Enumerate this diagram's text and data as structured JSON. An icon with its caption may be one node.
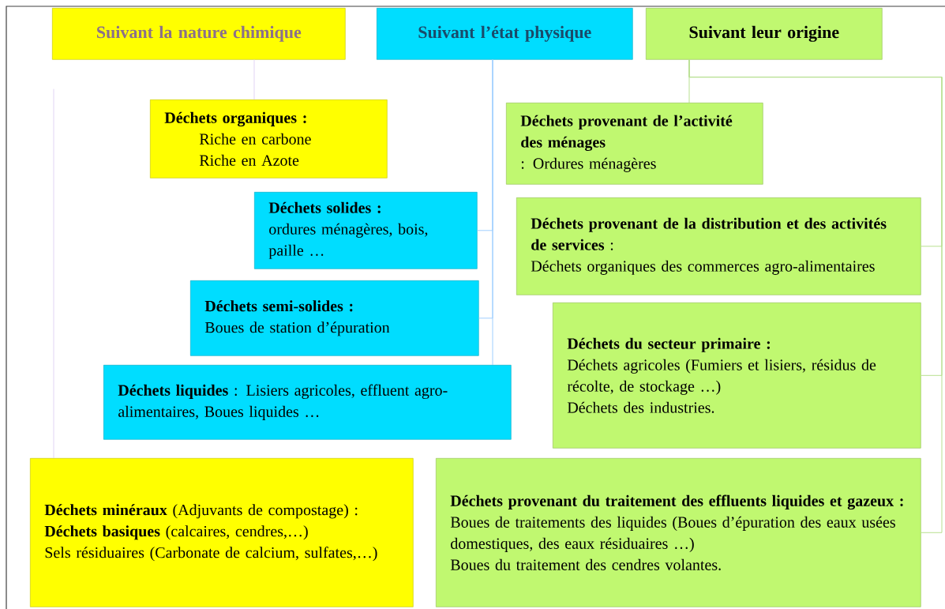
{
  "diagram": {
    "nodes": [
      {
        "text": [
          "Suivant la nature chimique"
        ]
      },
      {
        "text": [
          "Suivant l’état physique"
        ]
      },
      {
        "text": [
          "Suivant leur origine"
        ]
      },
      {
        "text": [
          "Déchets organiques :",
          "Riche en carbone",
          "Riche en Azote"
        ]
      },
      {
        "text": [
          "Déchets solides :",
          "ordures ménagères, bois, paille …"
        ]
      },
      {
        "text": [
          "Déchets semi-solides :",
          "Boues de station d’épuration"
        ]
      },
      {
        "text": [
          "**Déchets liquides** : Lisiers agricoles, effluent agro-alimentaires, Boues liquides …"
        ]
      },
      {
        "text": [
          "**Déchets minéraux** (Adjuvants de compostage) :",
          "**Déchets basiques** (calcaires, cendres,…)",
          "Sels résiduaires (Carbonate de calcium, sulfates,…)"
        ]
      },
      {
        "text": [
          "Déchets provenant de l’activité des ménages",
          ": Ordures ménagères"
        ]
      },
      {
        "text": [
          "**Déchets provenant de la distribution et des activités de services** :",
          "Déchets organiques des commerces agro-alimentaires"
        ]
      },
      {
        "text": [
          "Déchets du secteur primaire :",
          "Déchets agricoles (Fumiers et lisiers, résidus de récolte, de stockage …)",
          "Déchets des industries."
        ]
      },
      {
        "text": [
          "Déchets provenant du traitement des effluents liquides et gazeux :",
          "Boues de traitements des liquides (Boues d’épuration des eaux usées domestiques, des eaux résiduaires …)",
          "Boues du traitement des cendres volantes."
        ]
      }
    ],
    "edges": [
      {
        "from": 0,
        "to": 3,
        "arrow": "none",
        "color": "#e2d4f4"
      },
      {
        "from": 0,
        "to": 7,
        "arrow": "none",
        "color": "#e2d4f4"
      },
      {
        "from": 1,
        "to": 4,
        "arrow": "none",
        "color": "#9fcfff"
      },
      {
        "from": 1,
        "to": 5,
        "arrow": "none",
        "color": "#9fcfff"
      },
      {
        "from": 1,
        "to": 6,
        "arrow": "none",
        "color": "#9fcfff"
      },
      {
        "from": 2,
        "to": 8,
        "arrow": "none"
      },
      {
        "from": 2,
        "to": 9,
        "arrow": "none"
      },
      {
        "from": 2,
        "to": 10,
        "arrow": "none"
      },
      {
        "from": 2,
        "to": 11,
        "arrow": "none"
      }
    ]
  }
}
